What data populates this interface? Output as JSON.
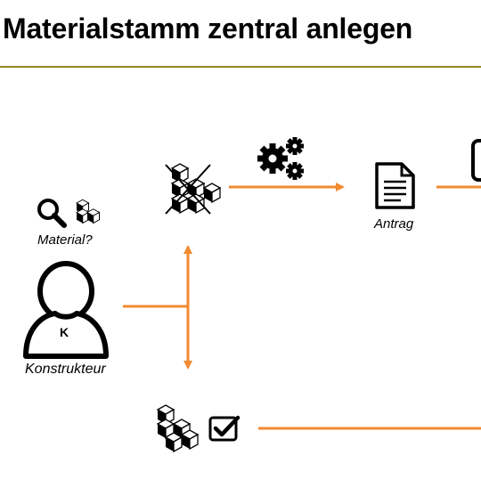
{
  "slide": {
    "title": "Materialstamm zentral anlegen"
  },
  "labels": {
    "material_query": "Material?",
    "antrag": "Antrag",
    "konstrukteur": "Konstrukteur",
    "person_initial": "K"
  },
  "colors": {
    "arrow": "#f28a30",
    "rule": "#8c8a1e",
    "icon": "#000000"
  },
  "icons": [
    "search-icon",
    "boxes-icon",
    "boxes-crossed-icon",
    "gears-icon",
    "document-icon",
    "person-icon",
    "checkbox-checked-icon",
    "device-icon"
  ]
}
